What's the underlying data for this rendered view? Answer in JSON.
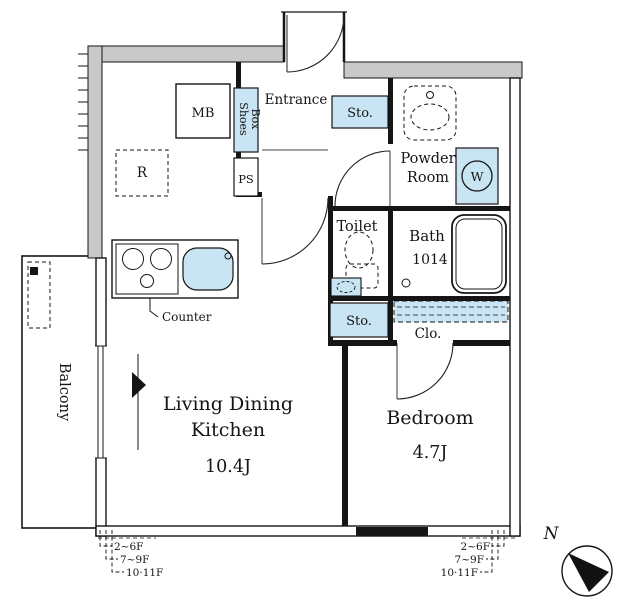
{
  "rooms": {
    "mb": "MB",
    "entrance": "Entrance",
    "shoes_box": {
      "line1": "Shoes",
      "line2": "Box"
    },
    "ps": "PS",
    "sto_upper": "Sto.",
    "powder": {
      "line1": "Powder",
      "line2": "Room"
    },
    "washer": "W",
    "fridge": "R",
    "toilet": "Toilet",
    "bath": {
      "name": "Bath",
      "size": "1014"
    },
    "sto_lower": "Sto.",
    "closet": "Clo.",
    "counter": "Counter",
    "balcony": "Balcony",
    "ldk": {
      "line1": "Living Dining",
      "line2": "Kitchen",
      "size": "10.4J"
    },
    "bedroom": {
      "name": "Bedroom",
      "size": "4.7J"
    }
  },
  "annotations": {
    "north": "N",
    "floors_left": [
      "2~6F",
      "7~9F",
      "10·11F"
    ],
    "floors_right": [
      "2~6F",
      "7~9F",
      "10·11F"
    ]
  },
  "colors": {
    "fixture_highlight": "#c9e4f3",
    "wall_gray": "#c9c9c9",
    "line": "#151515"
  }
}
